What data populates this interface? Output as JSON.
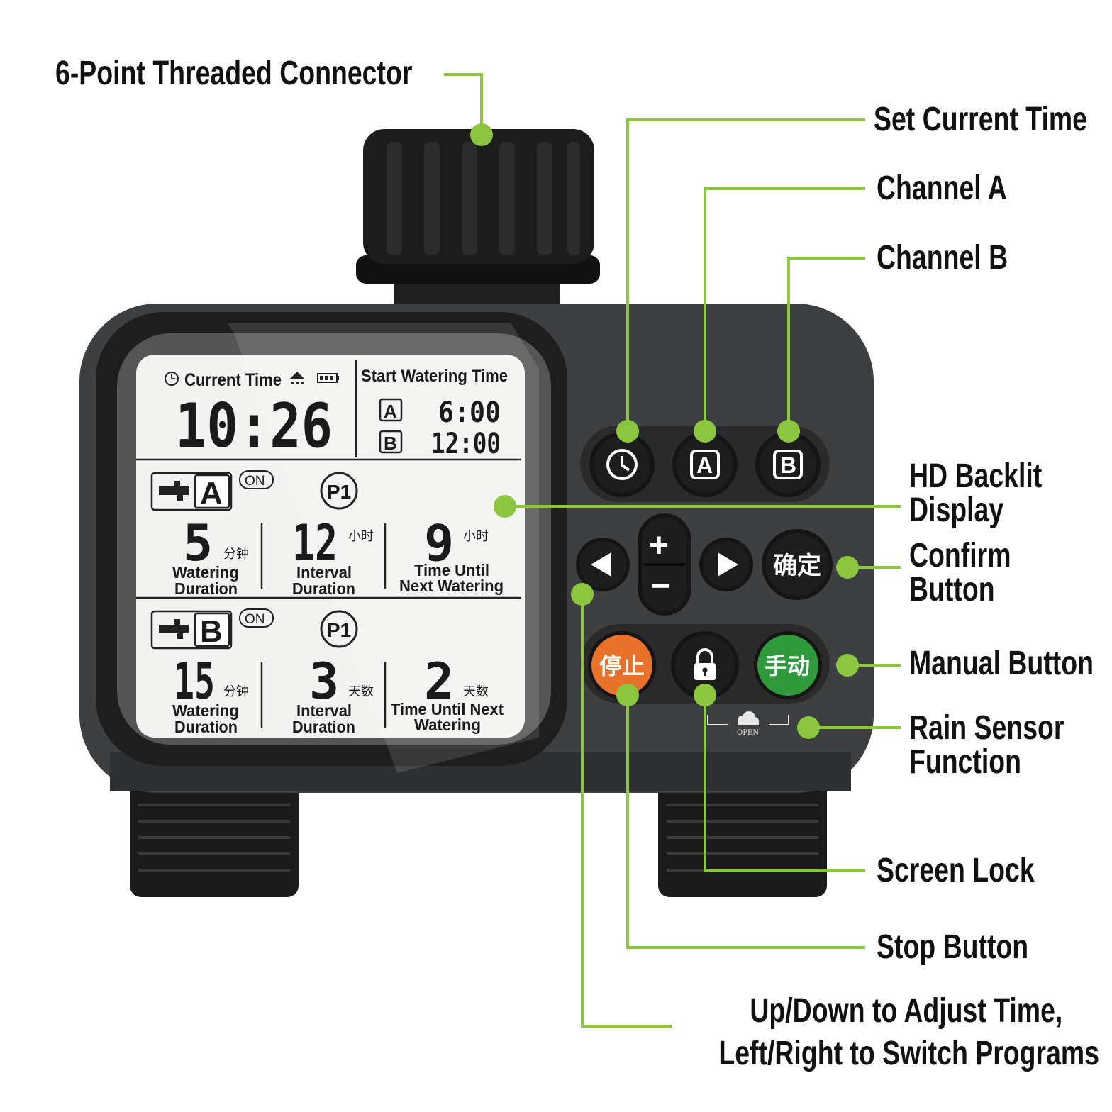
{
  "callouts": {
    "connector": "6-Point Threaded Connector",
    "set_time": "Set Current Time",
    "channel_a": "Channel A",
    "channel_b": "Channel B",
    "display_l1": "HD Backlit",
    "display_l2": "Display",
    "confirm_l1": "Confirm",
    "confirm_l2": "Button",
    "manual": "Manual Button",
    "rain_l1": "Rain Sensor",
    "rain_l2": "Function",
    "screen_lock": "Screen Lock",
    "stop": "Stop Button",
    "updown_l1": "Up/Down to Adjust Time,",
    "updown_l2": "Left/Right to Switch Programs"
  },
  "lcd": {
    "current_time_label": "Current Time",
    "current_time": "10:26",
    "start_watering_label": "Start Watering Time",
    "start_a_letter": "A",
    "start_a": "6:00",
    "start_b_letter": "B",
    "start_b": "12:00",
    "channel_a": {
      "letter": "A",
      "on": "ON",
      "program": "P1",
      "duration_value": "5",
      "duration_unit": "分钟",
      "duration_label_1": "Watering",
      "duration_label_2": "Duration",
      "interval_value": "12",
      "interval_unit": "小时",
      "interval_label_1": "Interval",
      "interval_label_2": "Duration",
      "next_value": "9",
      "next_unit": "小时",
      "next_label_1": "Time Until",
      "next_label_2": "Next Watering"
    },
    "channel_b": {
      "letter": "B",
      "on": "ON",
      "program": "P1",
      "duration_value": "15",
      "duration_unit": "分钟",
      "duration_label_1": "Watering",
      "duration_label_2": "Duration",
      "interval_value": "3",
      "interval_unit": "天数",
      "interval_label_1": "Interval",
      "interval_label_2": "Duration",
      "next_value": "2",
      "next_unit": "天数",
      "next_label_1": "Time Until Next",
      "next_label_2": "Watering"
    }
  },
  "buttons": {
    "a": "A",
    "b": "B",
    "plus": "+",
    "minus": "−",
    "confirm": "确定",
    "stop": "停止",
    "manual": "手动",
    "open": "OPEN"
  },
  "colors": {
    "accent_line": "#8cc63f",
    "body": "#3d3f40",
    "stop": "#e8722a",
    "manual": "#2f9a3c"
  },
  "icons": [
    "clock-icon",
    "lock-icon",
    "faucet-icon",
    "left-arrow-icon",
    "right-arrow-icon",
    "cloud-icon",
    "battery-icon",
    "rain-icon"
  ]
}
